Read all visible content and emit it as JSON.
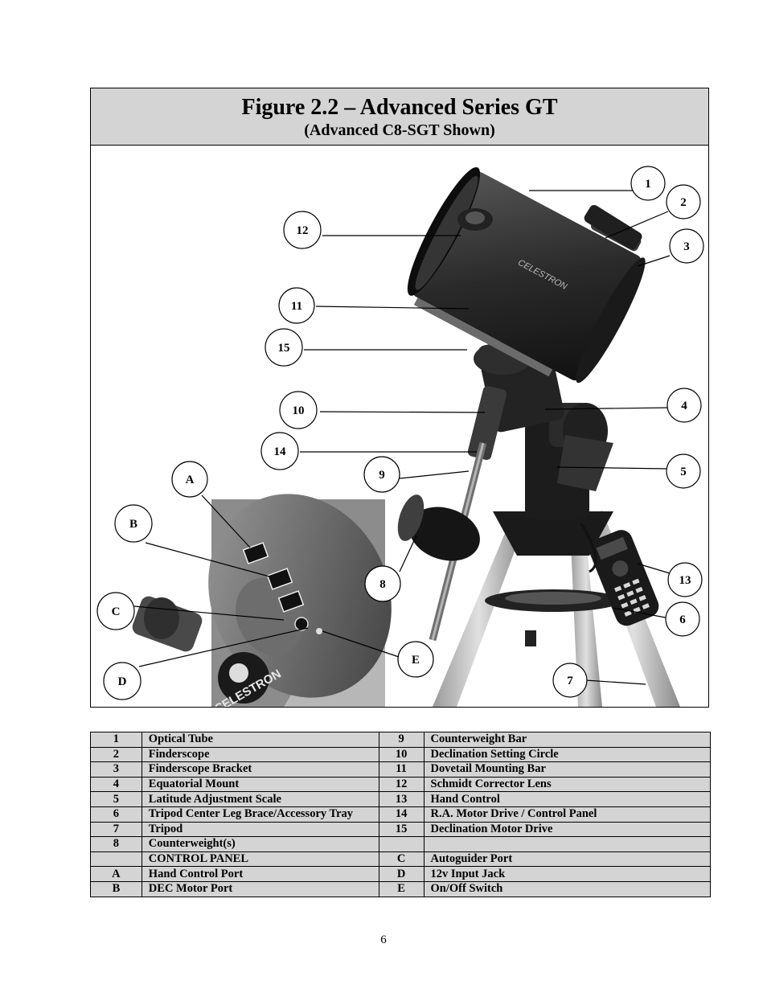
{
  "figure": {
    "title": "Figure 2.2 – Advanced Series GT",
    "subtitle": "(Advanced C8-SGT Shown)",
    "callouts": [
      "1",
      "2",
      "3",
      "4",
      "5",
      "6",
      "7",
      "8",
      "9",
      "10",
      "11",
      "12",
      "13",
      "14",
      "15",
      "A",
      "B",
      "C",
      "D",
      "E"
    ],
    "brand_marks": [
      "CELESTRON"
    ]
  },
  "legend": {
    "rows": [
      {
        "n1": "1",
        "l1": "Optical Tube",
        "n2": "9",
        "l2": "Counterweight Bar"
      },
      {
        "n1": "2",
        "l1": "Finderscope",
        "n2": "10",
        "l2": "Declination Setting Circle"
      },
      {
        "n1": "3",
        "l1": "Finderscope Bracket",
        "n2": "11",
        "l2": "Dovetail Mounting Bar"
      },
      {
        "n1": "4",
        "l1": "Equatorial Mount",
        "n2": "12",
        "l2": "Schmidt Corrector Lens"
      },
      {
        "n1": "5",
        "l1": "Latitude Adjustment Scale",
        "n2": "13",
        "l2": "Hand Control"
      },
      {
        "n1": "6",
        "l1": "Tripod Center Leg Brace/Accessory Tray",
        "n2": "14",
        "l2": "R.A. Motor Drive / Control Panel"
      },
      {
        "n1": "7",
        "l1": "Tripod",
        "n2": "15",
        "l2": "Declination Motor Drive"
      },
      {
        "n1": "8",
        "l1": "Counterweight(s)",
        "n2": "",
        "l2": ""
      },
      {
        "n1": "",
        "l1": "CONTROL PANEL",
        "n2": "C",
        "l2": "Autoguider Port"
      },
      {
        "n1": "A",
        "l1": "Hand Control Port",
        "n2": "D",
        "l2": "12v Input Jack"
      },
      {
        "n1": "B",
        "l1": "DEC Motor Port",
        "n2": "E",
        "l2": "On/Off Switch"
      }
    ]
  },
  "page_number": "6",
  "colors": {
    "header_fill": "#d4d4d4",
    "table_fill": "#d4d4d4"
  }
}
